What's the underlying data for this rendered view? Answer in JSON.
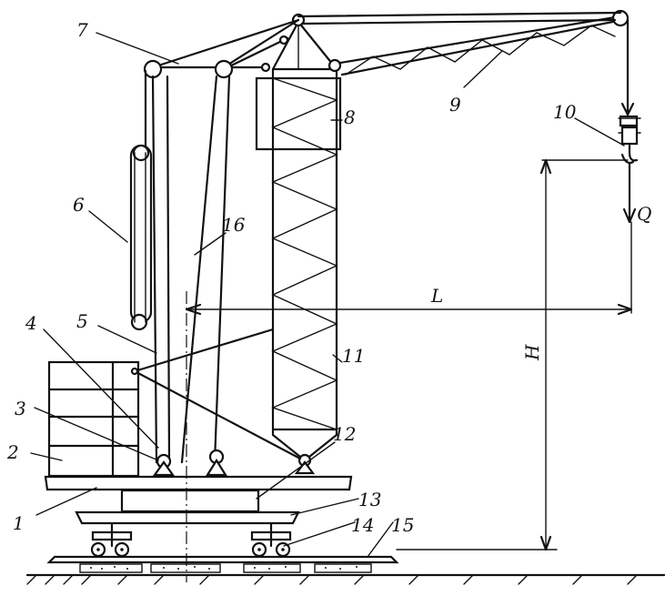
{
  "labels": {
    "n1": "1",
    "n2": "2",
    "n3": "3",
    "n4": "4",
    "n5": "5",
    "n6": "6",
    "n7": "7",
    "n8": "8",
    "n9": "9",
    "n10": "10",
    "n11": "11",
    "n12": "12",
    "n13": "13",
    "n14": "14",
    "n15": "15",
    "n16": "16",
    "L": "L",
    "H": "H",
    "Q": "Q"
  }
}
